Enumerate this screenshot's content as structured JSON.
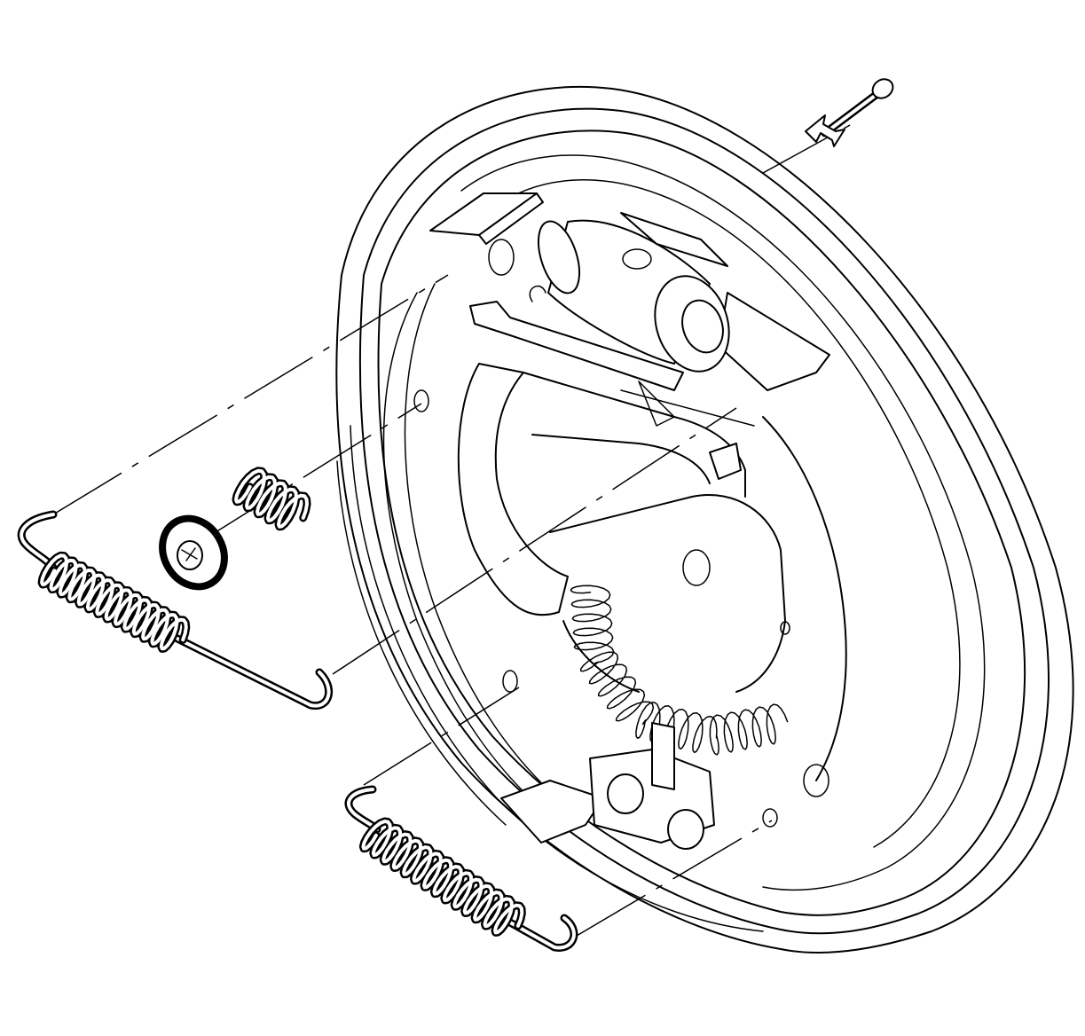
{
  "figure": {
    "parts": [
      {
        "name": "backing-plate-drum"
      },
      {
        "name": "brake-shoe-assembly"
      },
      {
        "name": "wheel-cylinder"
      },
      {
        "name": "adjuster-spring"
      },
      {
        "name": "upper-return-spring"
      },
      {
        "name": "lower-return-spring"
      },
      {
        "name": "hold-down-spring"
      },
      {
        "name": "hold-down-retainer"
      },
      {
        "name": "hold-down-pin"
      }
    ],
    "colors": {
      "line": "#000000",
      "background": "#ffffff"
    },
    "icons": {
      "direction-arrow": "double-headed-arrow-icon"
    }
  }
}
